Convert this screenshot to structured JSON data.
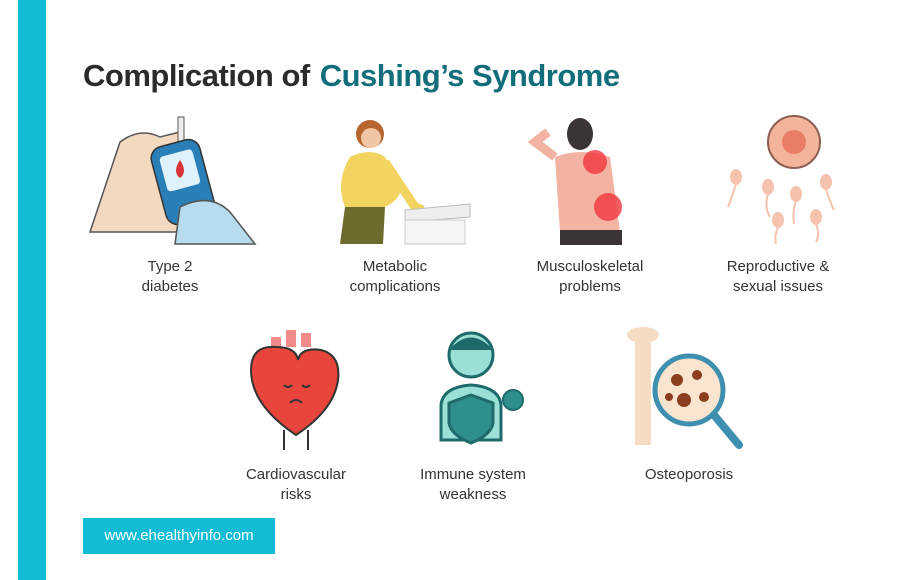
{
  "title": {
    "prefix": "Complication of",
    "highlight": "Cushing’s Syndrome"
  },
  "items": [
    {
      "line1": "Type 2",
      "line2": "diabetes",
      "icon": "glucometer-icon"
    },
    {
      "line1": "Metabolic",
      "line2": "complications",
      "icon": "pregnant-woman-icon"
    },
    {
      "line1": "Musculoskeletal",
      "line2": "problems",
      "icon": "back-pain-icon"
    },
    {
      "line1": "Reproductive &",
      "line2": "sexual issues",
      "icon": "sperm-egg-icon"
    },
    {
      "line1": "Cardiovascular",
      "line2": "risks",
      "icon": "sad-heart-icon"
    },
    {
      "line1": "Immune system",
      "line2": "weakness",
      "icon": "immune-shield-icon"
    },
    {
      "line1": "Osteoporosis",
      "line2": "",
      "icon": "bone-magnifier-icon"
    }
  ],
  "footer": {
    "website": "www.ehealthyinfo.com"
  },
  "colors": {
    "accent": "#12bcd4",
    "title_accent": "#136e7c",
    "text": "#2b2b2b"
  }
}
